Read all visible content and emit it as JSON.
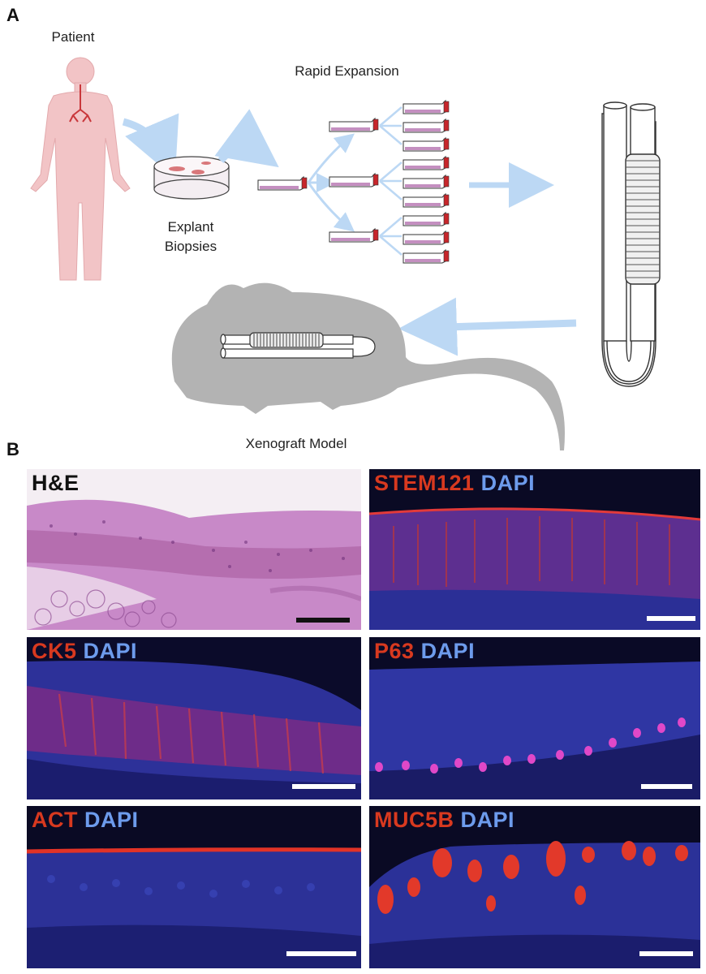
{
  "panels": {
    "a": {
      "letter": "A",
      "patient": "Patient",
      "explant": [
        "Explant",
        "Biopsies"
      ],
      "rapid": "Rapid Expansion",
      "xenograft": "Xenograft Model"
    },
    "b": {
      "letter": "B",
      "images": [
        {
          "marker": "H&E",
          "dapi": ""
        },
        {
          "marker": "STEM121",
          "dapi": "DAPI"
        },
        {
          "marker": "CK5",
          "dapi": "DAPI"
        },
        {
          "marker": "P63",
          "dapi": "DAPI"
        },
        {
          "marker": "ACT",
          "dapi": "DAPI"
        },
        {
          "marker": "MUC5B",
          "dapi": "DAPI"
        }
      ]
    }
  },
  "colors": {
    "marker_red": "#d8391f",
    "dapi_blue": "#6d9bec",
    "patient_pink": "#f2c4c6",
    "arrow_blue": "#bcd8f4",
    "mouse_gray": "#b3b3b3",
    "flask_media": "#c48fc0",
    "flask_cap": "#c7262b"
  }
}
